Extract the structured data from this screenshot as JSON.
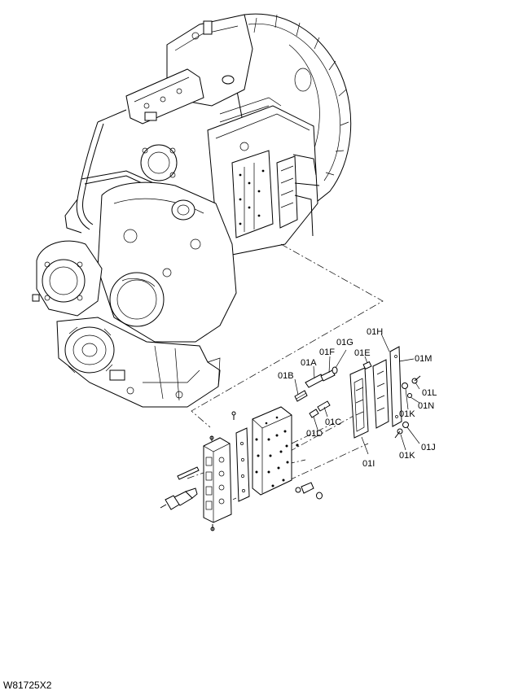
{
  "diagram": {
    "drawing_code": "W81725X2",
    "part_labels": [
      "01A",
      "01B",
      "01C",
      "01D",
      "01E",
      "01F",
      "01G",
      "01H",
      "01I",
      "01J",
      "01K",
      "01K",
      "01L",
      "01M",
      "01N"
    ]
  }
}
